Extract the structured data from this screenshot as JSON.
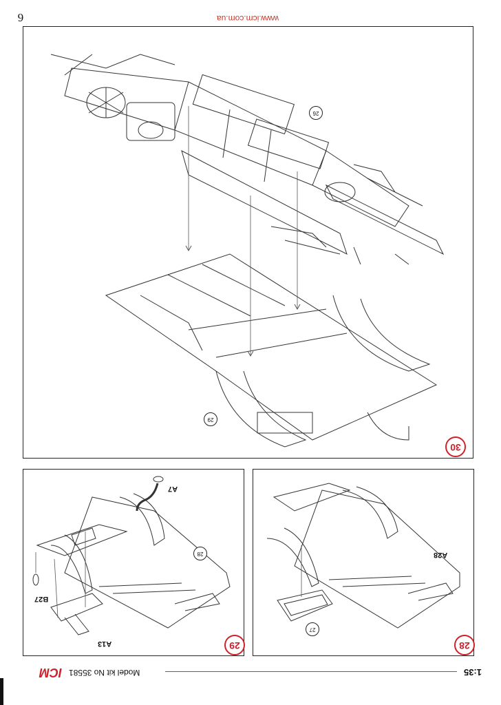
{
  "page": {
    "number": "6",
    "url": "www.icm.com.ua"
  },
  "footer": {
    "scale": "1:35",
    "kit": "Model kit No 35581",
    "logo": "ICM"
  },
  "steps": {
    "s30": {
      "number": "30",
      "refs": [
        "26",
        "29"
      ]
    },
    "s29": {
      "number": "29",
      "ref": "28",
      "parts": [
        "A7",
        "A13",
        "B27"
      ]
    },
    "s28": {
      "number": "28",
      "ref": "27",
      "parts": [
        "A28"
      ]
    }
  },
  "colors": {
    "accent": "#d0202a",
    "line": "#222222"
  }
}
